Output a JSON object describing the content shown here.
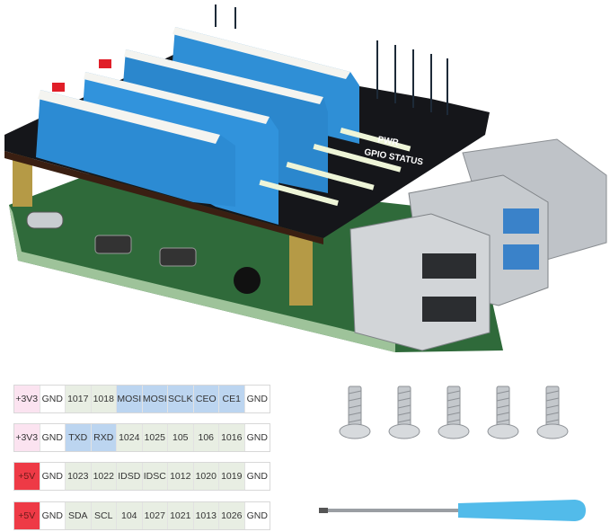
{
  "board": {
    "hat_label_line1": "PWR",
    "hat_label_line2": "GPIO STATUS"
  },
  "pin_tables": [
    {
      "cells": [
        {
          "label": "+3V3",
          "color": "pink"
        },
        {
          "label": "GND",
          "color": "white"
        },
        {
          "label": "1017",
          "color": "green"
        },
        {
          "label": "1018",
          "color": "green"
        },
        {
          "label": "MOSI",
          "color": "blue"
        },
        {
          "label": "MOSI",
          "color": "blue"
        },
        {
          "label": "SCLK",
          "color": "blue"
        },
        {
          "label": "CEO",
          "color": "blue"
        },
        {
          "label": "CE1",
          "color": "blue"
        },
        {
          "label": "GND",
          "color": "white"
        }
      ]
    },
    {
      "cells": [
        {
          "label": "+3V3",
          "color": "pink"
        },
        {
          "label": "GND",
          "color": "white"
        },
        {
          "label": "TXD",
          "color": "blue"
        },
        {
          "label": "RXD",
          "color": "blue"
        },
        {
          "label": "1024",
          "color": "green"
        },
        {
          "label": "1025",
          "color": "green"
        },
        {
          "label": "105",
          "color": "green"
        },
        {
          "label": "106",
          "color": "green"
        },
        {
          "label": "1016",
          "color": "green"
        },
        {
          "label": "GND",
          "color": "white"
        }
      ]
    },
    {
      "cells": [
        {
          "label": "+5V",
          "color": "red"
        },
        {
          "label": "GND",
          "color": "white"
        },
        {
          "label": "1023",
          "color": "green"
        },
        {
          "label": "1022",
          "color": "green"
        },
        {
          "label": "IDSD",
          "color": "green"
        },
        {
          "label": "IDSC",
          "color": "green"
        },
        {
          "label": "1012",
          "color": "green"
        },
        {
          "label": "1020",
          "color": "green"
        },
        {
          "label": "1019",
          "color": "green"
        },
        {
          "label": "GND",
          "color": "white"
        }
      ]
    },
    {
      "cells": [
        {
          "label": "+5V",
          "color": "red"
        },
        {
          "label": "GND",
          "color": "white"
        },
        {
          "label": "SDA",
          "color": "green"
        },
        {
          "label": "SCL",
          "color": "green"
        },
        {
          "label": "104",
          "color": "green"
        },
        {
          "label": "1027",
          "color": "green"
        },
        {
          "label": "1021",
          "color": "green"
        },
        {
          "label": "1013",
          "color": "green"
        },
        {
          "label": "1026",
          "color": "green"
        },
        {
          "label": "GND",
          "color": "white"
        }
      ]
    }
  ],
  "accessories": {
    "screw_count": 5,
    "screwdriver_color": "#3fb4e8"
  },
  "colors": {
    "terminal_blue": "#2f8fd6",
    "pcb_green": "#2f6a3a",
    "hat_black": "#15161a"
  }
}
